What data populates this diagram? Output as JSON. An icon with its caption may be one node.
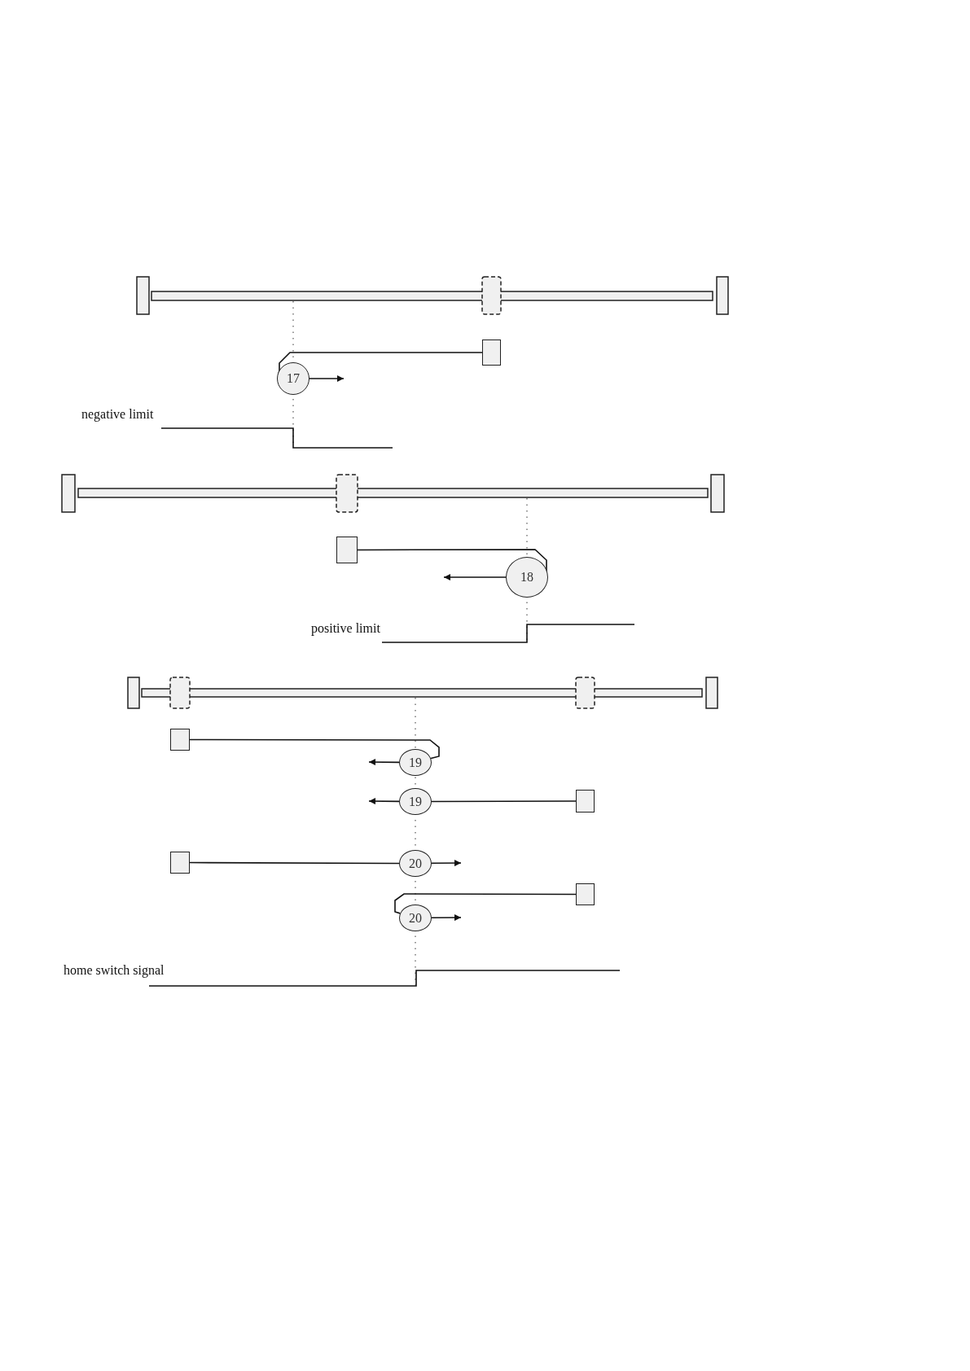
{
  "diagram": {
    "nodes": [
      {
        "text": [],
        "shape": "box"
      },
      {
        "text": [
          "17"
        ]
      },
      {
        "text": [],
        "shape": "box"
      },
      {
        "text": [
          "18"
        ]
      },
      {
        "text": [],
        "shape": "box"
      },
      {
        "text": [
          "19"
        ]
      },
      {
        "text": [
          "19"
        ]
      },
      {
        "text": [],
        "shape": "box"
      },
      {
        "text": [],
        "shape": "box"
      },
      {
        "text": [
          "20"
        ]
      },
      {
        "text": [],
        "shape": "box"
      },
      {
        "text": [
          "20"
        ]
      }
    ],
    "edges": [
      {
        "from": 0,
        "to": 1,
        "arrow": "none"
      },
      {
        "from": 1,
        "to": null,
        "arrow": "to"
      },
      {
        "from": 2,
        "to": 3,
        "arrow": "none"
      },
      {
        "from": 3,
        "to": null,
        "arrow": "to"
      },
      {
        "from": 4,
        "to": 5,
        "arrow": "none"
      },
      {
        "from": 5,
        "to": null,
        "arrow": "to"
      },
      {
        "from": 7,
        "to": 6,
        "arrow": "none"
      },
      {
        "from": 6,
        "to": null,
        "arrow": "to"
      },
      {
        "from": 8,
        "to": 9,
        "arrow": "none"
      },
      {
        "from": 9,
        "to": null,
        "arrow": "to"
      },
      {
        "from": 10,
        "to": 11,
        "arrow": "none"
      },
      {
        "from": 11,
        "to": null,
        "arrow": "to"
      }
    ],
    "labels": [
      "negative limit",
      "positive limit",
      "home switch signal"
    ]
  }
}
